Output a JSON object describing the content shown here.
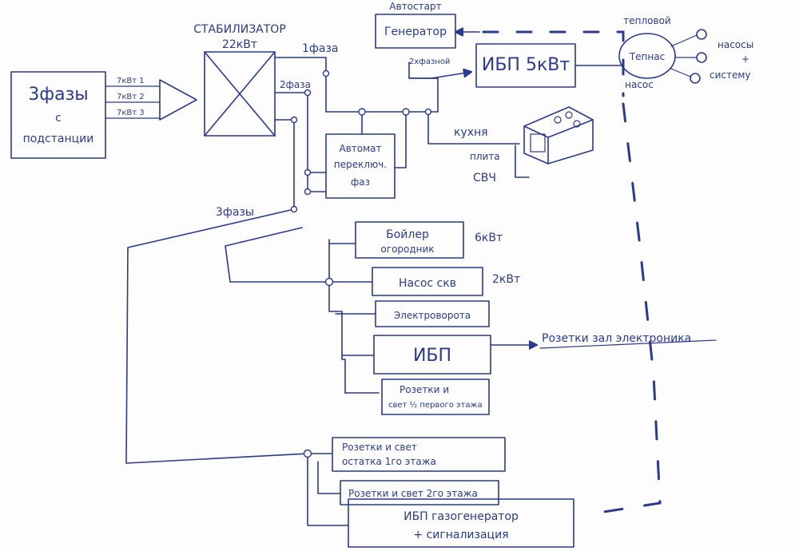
{
  "diagram": {
    "ink_color": "#2a3a8c",
    "blocks": {
      "substation": {
        "line1": "3фазы",
        "line2": "с",
        "line3": "подстанции"
      },
      "stabilizer": {
        "title": "СТАБИЛИЗАТОР",
        "power": "22кВт"
      },
      "autostart": {
        "caption": "Автостарт",
        "label": "Генератор"
      },
      "ups_main": {
        "label": "ИБП 5кВт"
      },
      "boiler_round": {
        "label": "Тепнас",
        "top_caption": "тепловой",
        "bottom_caption": "насос"
      },
      "phase_switch": {
        "line1": "Автомат",
        "line2": "переключ.",
        "line3": "фаз"
      },
      "kitchen": {
        "label": "кухня"
      },
      "boiler_heater": {
        "line1": "Бойлер",
        "line2": "огородник",
        "power": "6кВт"
      },
      "pump_well": {
        "label": "Насос скв",
        "power": "2кВт"
      },
      "gates": {
        "label": "Электроворота"
      },
      "ups_hall": {
        "label": "ИБП"
      },
      "sockets_half": {
        "line1": "Розетки и",
        "line2": "свет ½ первого этажа"
      },
      "sockets_rest": {
        "line1": "Розетки и свет",
        "line2": "остатка 1го этажа"
      },
      "sockets_second": {
        "label": "Розетки и свет 2го этажа"
      },
      "ups_gas": {
        "line1": "ИБП газогенератор",
        "line2": "+ сигнализация"
      }
    },
    "labels": {
      "phase_loads": [
        "7кВт 1",
        "7кВт 2",
        "7кВт 3"
      ],
      "one_phase": "1фаза",
      "two_phase": "2фаза",
      "three_phase": "3фазы",
      "two_phase_gen": "2хфазной",
      "pumps_label": "насосы",
      "pumps_plus": "+",
      "pumps_system": "систему",
      "stove": "плита",
      "microwave": "СВЧ",
      "sockets_hall": "Розетки зал электроника"
    }
  }
}
